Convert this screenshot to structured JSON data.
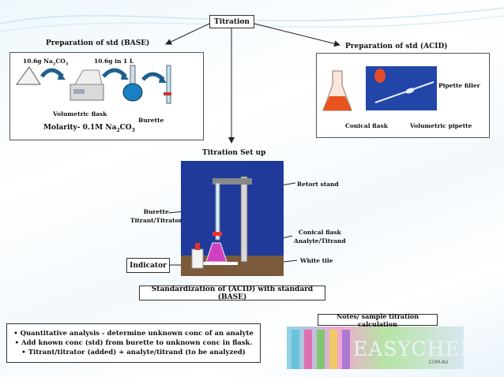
{
  "title": "Titration",
  "base": {
    "heading": "Preparation of std (BASE)",
    "mass_label": "10.6g Na",
    "mass_sub": "2",
    "mass_tail": "CO",
    "mass_sub2": "3",
    "dissolve_label": "10.6g in 1 L",
    "volumetric_flask": "Volumetric flask",
    "burette": "Burette",
    "molarity": "Molarity- 0.1M Na",
    "molarity_sub": "2",
    "molarity_tail": "CO",
    "molarity_sub2": "3"
  },
  "acid": {
    "heading": "Preparation of std (ACID)",
    "pipette_filler": "Pipette filler",
    "conical_flask": "Conical flask",
    "volumetric_pipette": "Volumetric pipette"
  },
  "setup": {
    "heading": "Titration Set up",
    "retort_stand": "Retort stand",
    "burette_line1": "Burette",
    "burette_line2": "Titrant/Titrator",
    "conical_line1": "Conical flask",
    "conical_line2": "Analyte/Titrand",
    "white_tile": "White tile",
    "indicator": "Indicator"
  },
  "standardization": "Standardization of (ACID) with standard (BASE)",
  "notes": {
    "bullet1": "Quantitative analysis  - determine unknown conc of an analyte",
    "bullet2": "Add known conc (std) from burette to unknown conc in  flask.",
    "bullet3": "Titrant/titrator (added) + analyte/titrand (to be analyzed)"
  },
  "sample_calc": "Notes/ sample titration calculation",
  "logo_text": "EASYCHEM",
  "logo_domain": ".COM.AU",
  "colors": {
    "arrow_blue": "#1f5f8f",
    "flask_blue": "#1a7fc4",
    "solution_orange": "#e8531e",
    "solution_pink": "#d040c0",
    "photo_bg": "#2246a8"
  }
}
